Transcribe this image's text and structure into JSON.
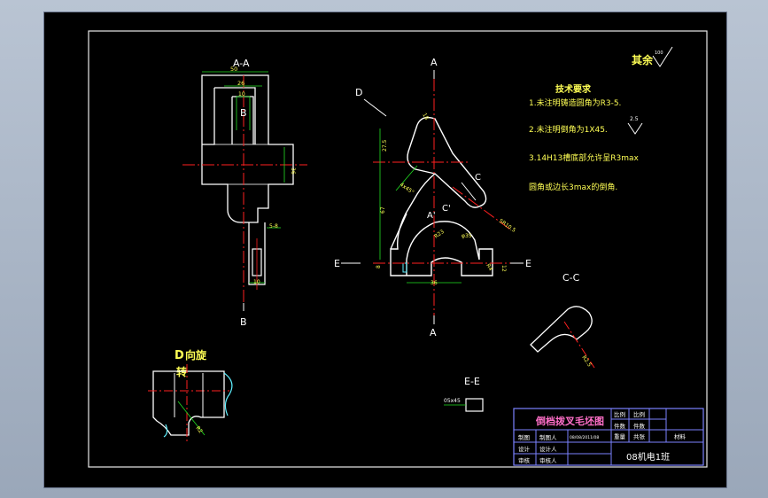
{
  "section_labels": {
    "aa": "A-A",
    "a_top": "A",
    "a_bottom": "A",
    "b_upper": "B",
    "b_lower": "B",
    "d": "D",
    "c": "C",
    "c_prime": "C'",
    "a_prime": "A'",
    "cc": "C-C",
    "e_left": "E",
    "e_right": "E",
    "ee": "E-E",
    "d_view": "D向旋转"
  },
  "dimensions": {
    "w50": "50",
    "w26": "26",
    "w10": "10",
    "h36": "36",
    "d5": "5-8",
    "d10": "10",
    "r18": "18",
    "h27": "27.5",
    "h67": "67",
    "dim_bevel": "4x45°",
    "d36": "36",
    "r23": "R23",
    "d35": "φ35",
    "sr": "SR10.5",
    "r4": "R4",
    "h8": "8",
    "h12": "12",
    "r2": "R2.5",
    "cc_r": "R2.5",
    "ee_d": "05x45",
    "dv_r": "R2"
  },
  "finish": {
    "label": "其余",
    "value": "100"
  },
  "tech_notes": {
    "title": "技术要求",
    "items": [
      "1.未注明铸造圆角为R3-5.",
      "2.未注明倒角为1X45.",
      "3.14H13槽底部允许呈R3max",
      "圆角或边长3max的倒角."
    ],
    "roughness": "2.5"
  },
  "title_block": {
    "title": "倒档拨叉毛坯图",
    "ratio_label": "比例",
    "ratio_val": "比例",
    "qty_label": "件数",
    "qty_val": "件数",
    "weight_label": "重量",
    "weight_val": "共张",
    "material": "材料",
    "draw_label": "制图",
    "draw_person": "制图人",
    "draw_date": "08/08/2011/08",
    "design_label": "设计",
    "design_person": "设计人",
    "review_label": "审核",
    "review_person": "审核人",
    "school": "08机电1班"
  },
  "colors": {
    "background": "#000000",
    "outline": "#ffffff",
    "center": "#ff2020",
    "dim": "#22e022",
    "text": "#ffff55",
    "label": "#ffffff",
    "frame": "#7b82ff",
    "cyan": "#5ff0ff"
  }
}
